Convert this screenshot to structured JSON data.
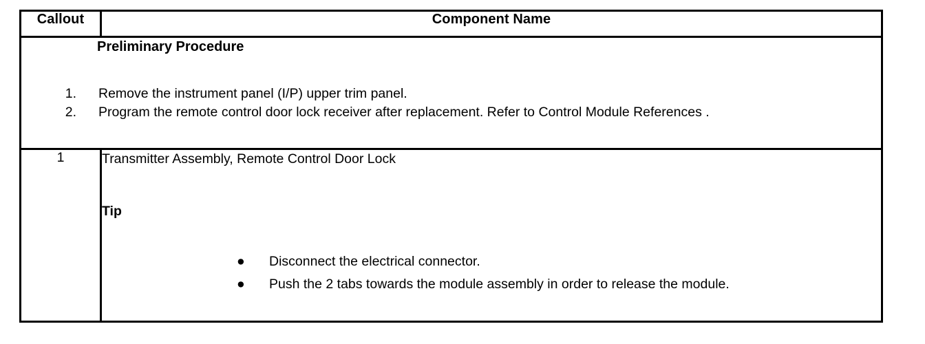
{
  "document": {
    "type": "service-procedure-table",
    "table": {
      "headers": {
        "callout": "Callout",
        "component_name": "Component Name"
      },
      "preliminary": {
        "heading": "Preliminary Procedure",
        "steps": [
          {
            "number": "1.",
            "text": "Remove the instrument panel (I/P) upper trim panel."
          },
          {
            "number": "2.",
            "text": "Program the remote control door lock receiver after replacement. Refer to Control Module References ."
          }
        ]
      },
      "rows": [
        {
          "callout": "1",
          "title": "Transmitter Assembly, Remote Control Door Lock",
          "tip_heading": "Tip",
          "tip_bullet_glyph": "●",
          "tips": [
            "Disconnect the electrical connector.",
            "Push the 2 tabs towards the module assembly in order to release the module."
          ]
        }
      ]
    },
    "colors": {
      "background": "#ffffff",
      "text": "#000000",
      "border": "#000000"
    }
  }
}
